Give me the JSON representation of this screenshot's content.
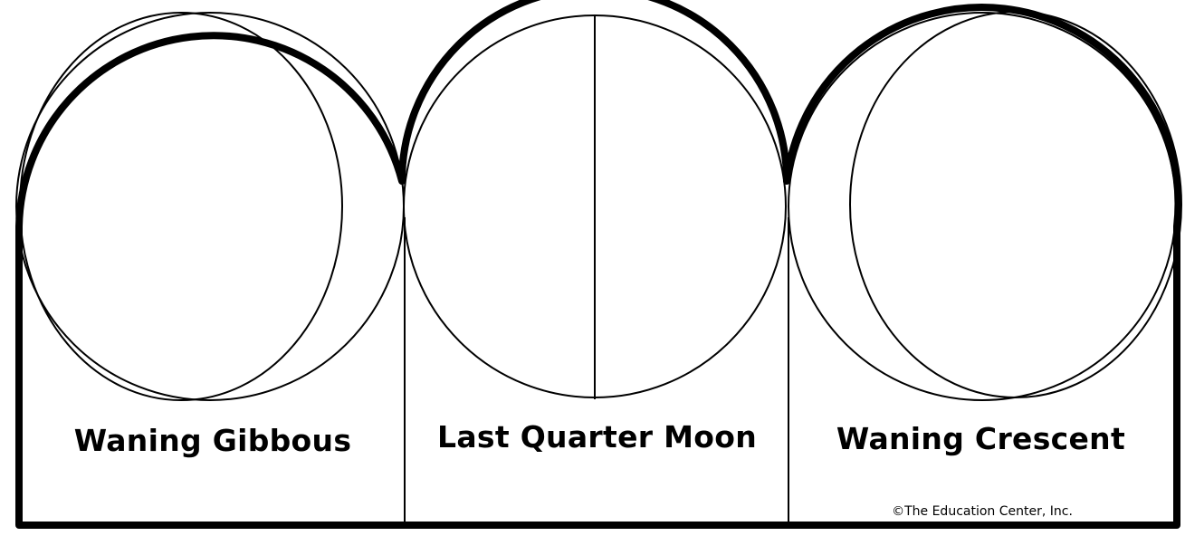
{
  "phases": [
    {
      "label": "Waning Gibbous",
      "shape": "waning-gibbous"
    },
    {
      "label": "Last Quarter Moon",
      "shape": "last-quarter"
    },
    {
      "label": "Waning Crescent",
      "shape": "waning-crescent"
    }
  ],
  "copyright": "©The Education Center, Inc.",
  "colors": {
    "line": "#000000",
    "background": "#ffffff"
  }
}
